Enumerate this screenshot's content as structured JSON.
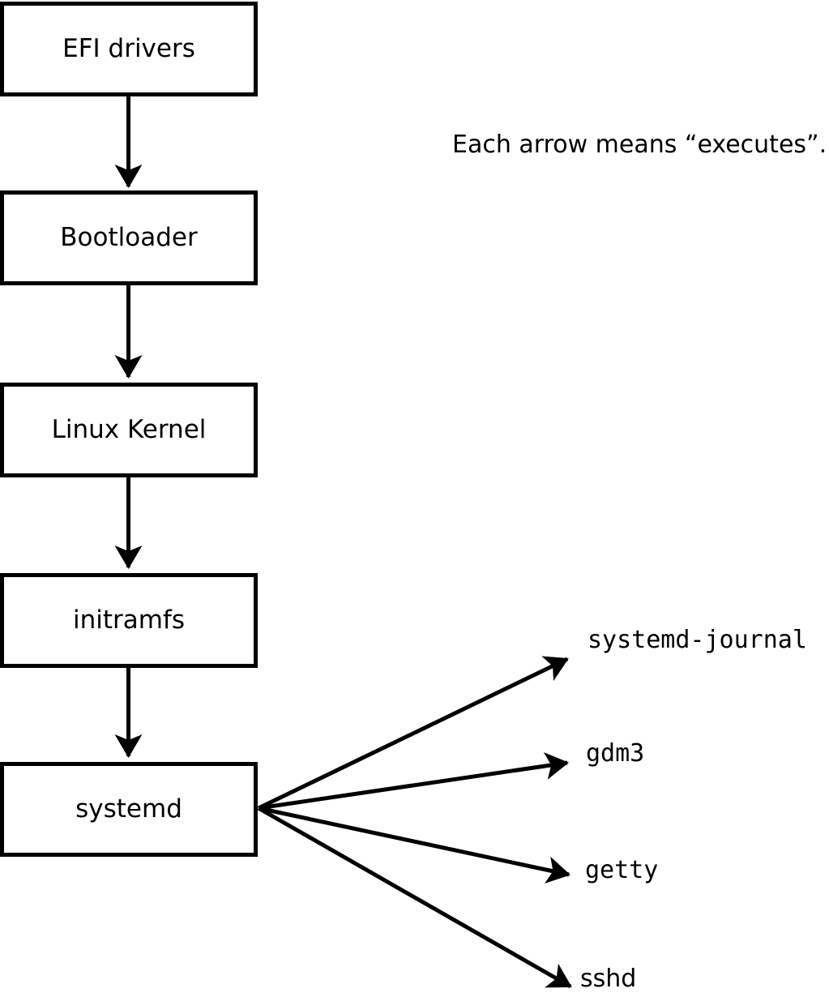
{
  "annotation": {
    "text": "Each arrow means “executes”."
  },
  "chain_nodes": [
    {
      "id": "efi-drivers",
      "label": "EFI drivers"
    },
    {
      "id": "bootloader",
      "label": "Bootloader"
    },
    {
      "id": "linux-kernel",
      "label": "Linux Kernel"
    },
    {
      "id": "initramfs",
      "label": "initramfs"
    },
    {
      "id": "systemd",
      "label": "systemd"
    }
  ],
  "spawned_processes": [
    {
      "id": "systemd-journal",
      "label": "systemd-journal"
    },
    {
      "id": "gdm3",
      "label": "gdm3"
    },
    {
      "id": "getty",
      "label": "getty"
    },
    {
      "id": "sshd",
      "label": "sshd"
    }
  ],
  "colors": {
    "stroke": "#000000",
    "background": "#ffffff",
    "box_fill": "#ffffff"
  }
}
